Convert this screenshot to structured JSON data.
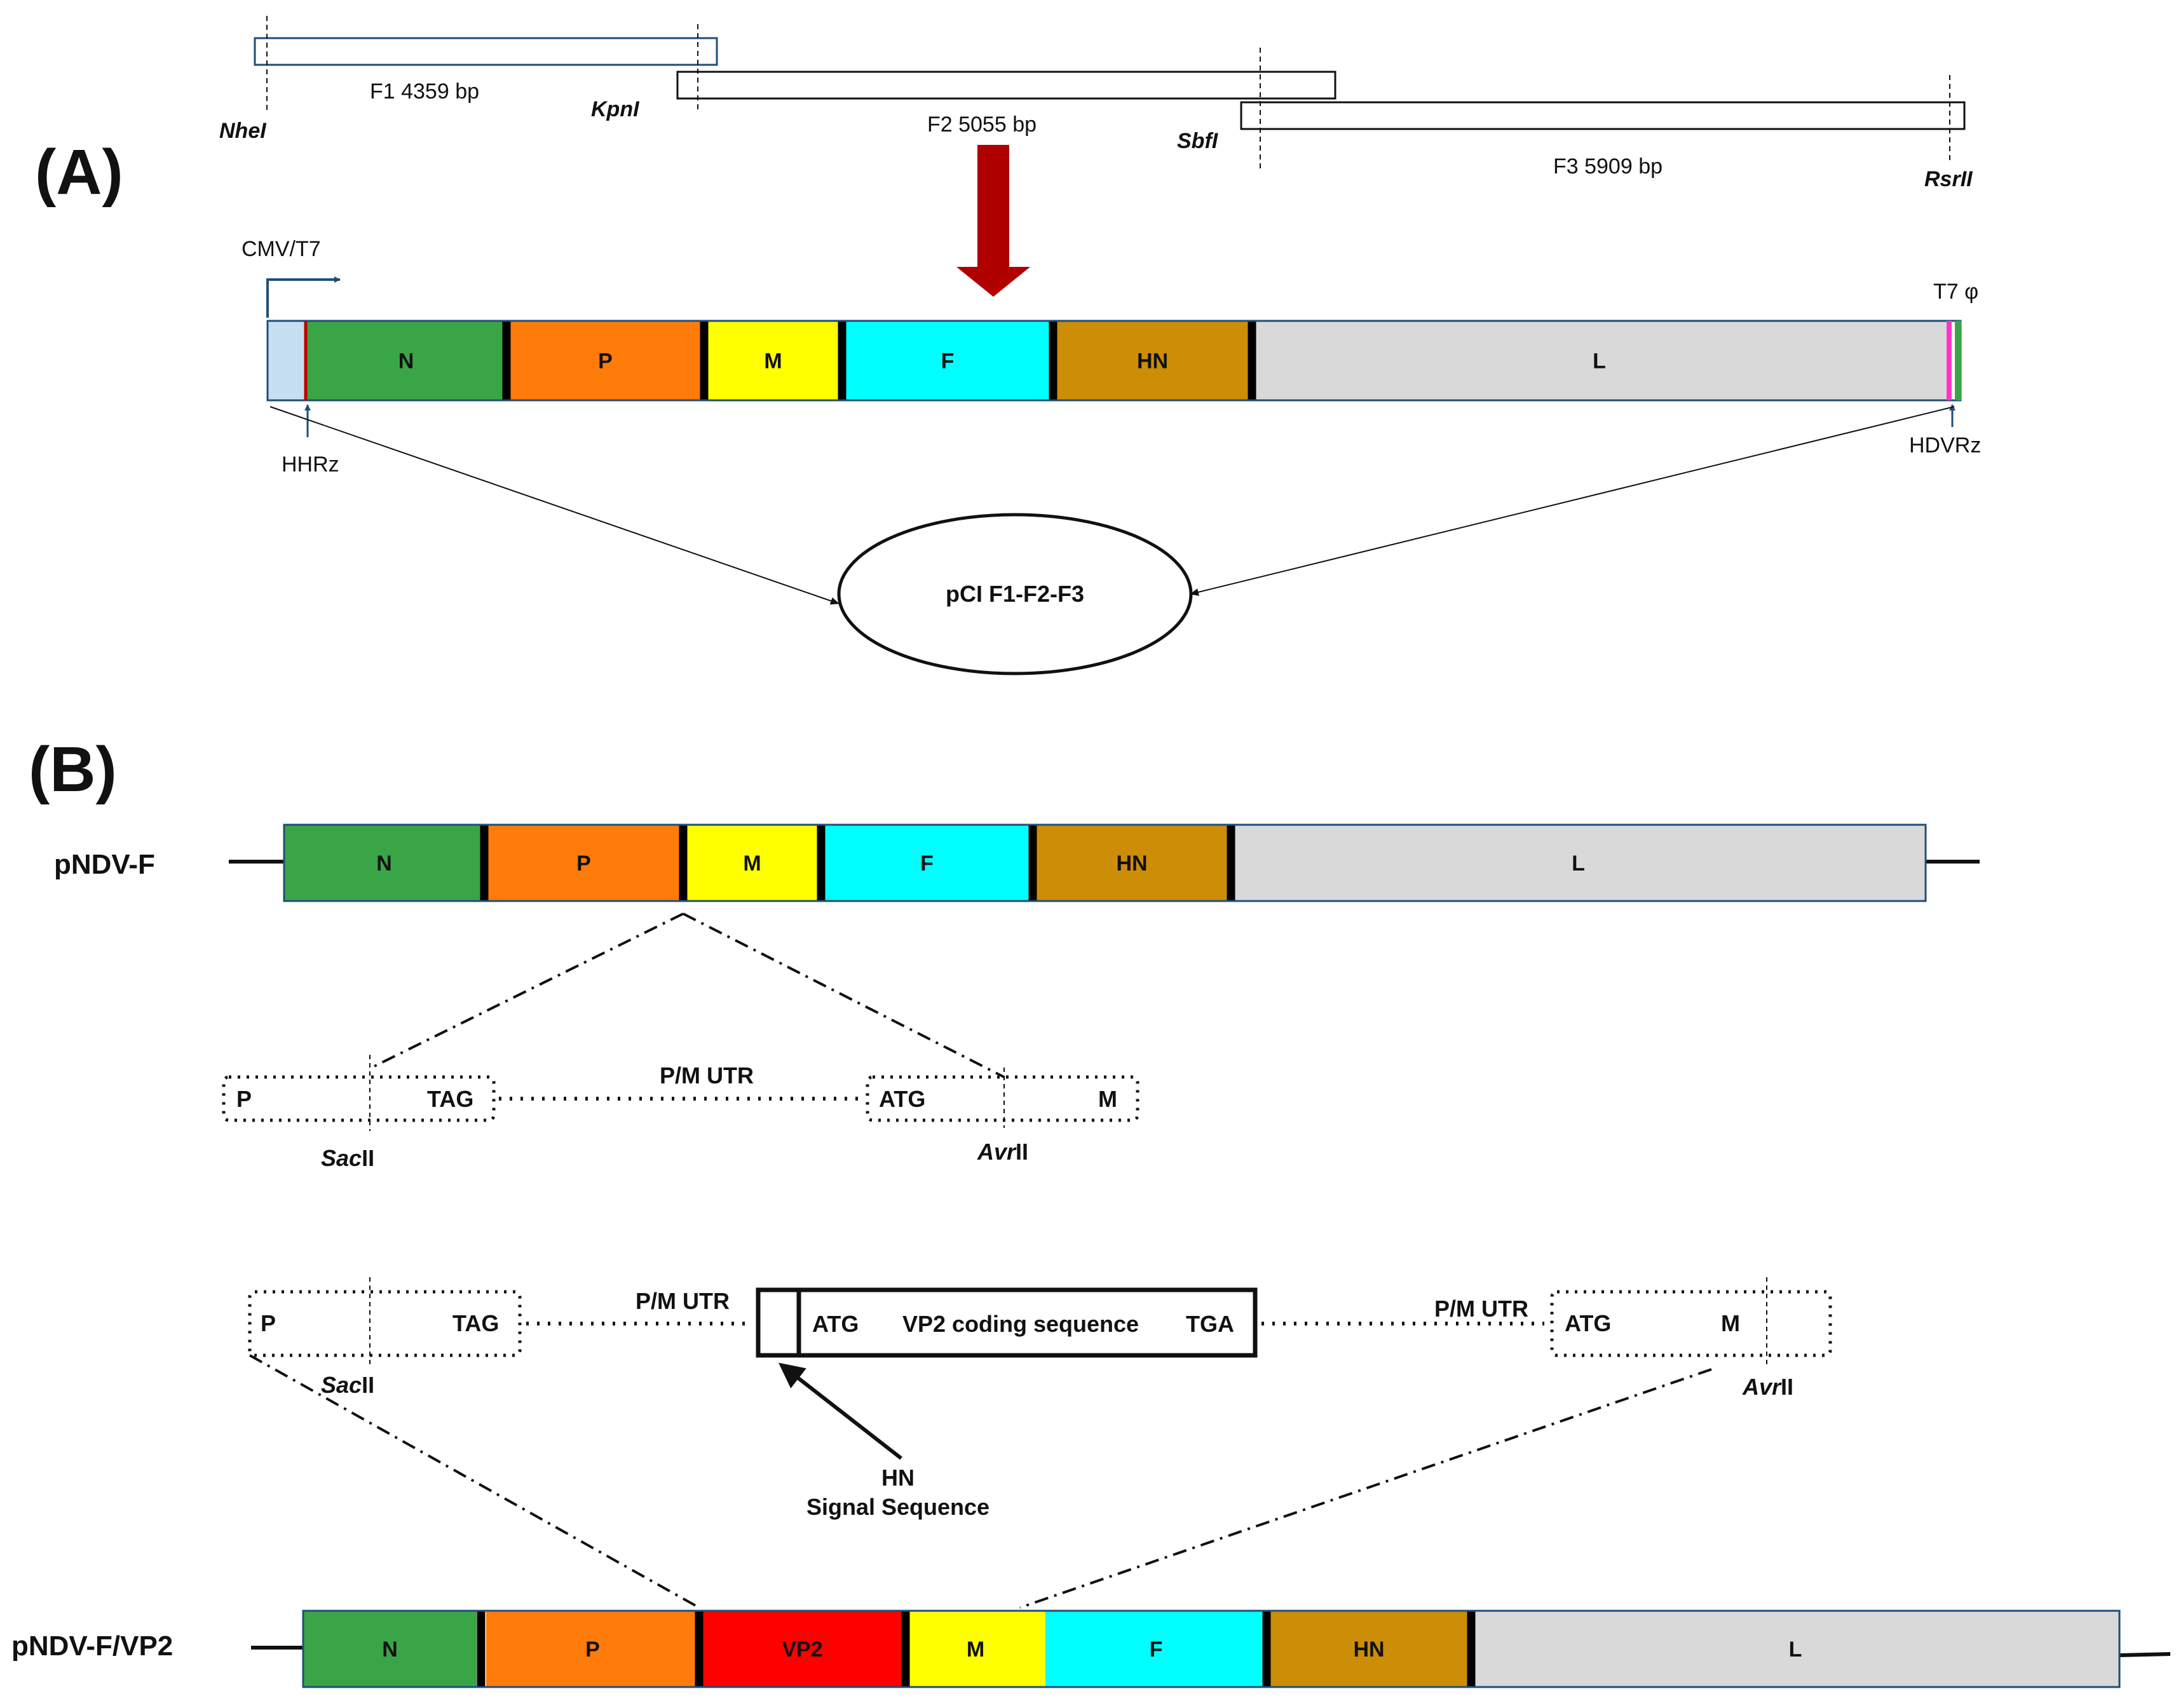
{
  "panels": {
    "a": "(A)",
    "b": "(B)"
  },
  "colors": {
    "N": "#3aa546",
    "P": "#ff7b0a",
    "M": "#ffff00",
    "F": "#00ffff",
    "HN": "#cc8d07",
    "L": "#d9d9d9",
    "VP2": "#ff0000",
    "promoter_box": "#c6dff2",
    "hhrz_line": "#c00000",
    "hdvrz_line": "#ff33cc",
    "t7_term": "#3aa546",
    "arrow_red": "#b00000",
    "navy": "#1f4e79"
  },
  "fragments": {
    "f1": "F1 4359 bp",
    "f2": "F2 5055 bp",
    "f3": "F3 5909 bp",
    "sites": {
      "nhei": "NheI",
      "kpni": "KpnI",
      "sbfi": "SbfI",
      "rsrii": "RsrII"
    }
  },
  "construct_a": {
    "promoter": "CMV/T7",
    "terminator": "T7 φ",
    "hhrz": "HHRz",
    "hdvrz": "HDVRz",
    "plasmid": "pCI F1-F2-F3",
    "genes": [
      "N",
      "P",
      "M",
      "F",
      "HN",
      "L"
    ]
  },
  "pndv_f": {
    "name": "pNDV-F",
    "genes": [
      "N",
      "P",
      "M",
      "F",
      "HN",
      "L"
    ],
    "detail": {
      "p": "P",
      "tag": "TAG",
      "utr": "P/M UTR",
      "atg": "ATG",
      "m": "M",
      "sacii_italic": "Sac",
      "sacii_rest": "II",
      "avrii_italic": "Avr",
      "avrii_rest": "II"
    }
  },
  "insert": {
    "p": "P",
    "tag": "TAG",
    "utr_left": "P/M UTR",
    "atg": "ATG",
    "coding": "VP2 coding sequence",
    "tga": "TGA",
    "utr_right": "P/M UTR",
    "atg2": "ATG",
    "m": "M",
    "sacii_italic": "Sac",
    "sacii_rest": "II",
    "avrii_italic": "Avr",
    "avrii_rest": "II",
    "signal_line1": "HN",
    "signal_line2": "Signal Sequence"
  },
  "pndv_f_vp2": {
    "name": "pNDV-F/VP2",
    "genes": [
      "N",
      "P",
      "VP2",
      "M",
      "F",
      "HN",
      "L"
    ]
  }
}
